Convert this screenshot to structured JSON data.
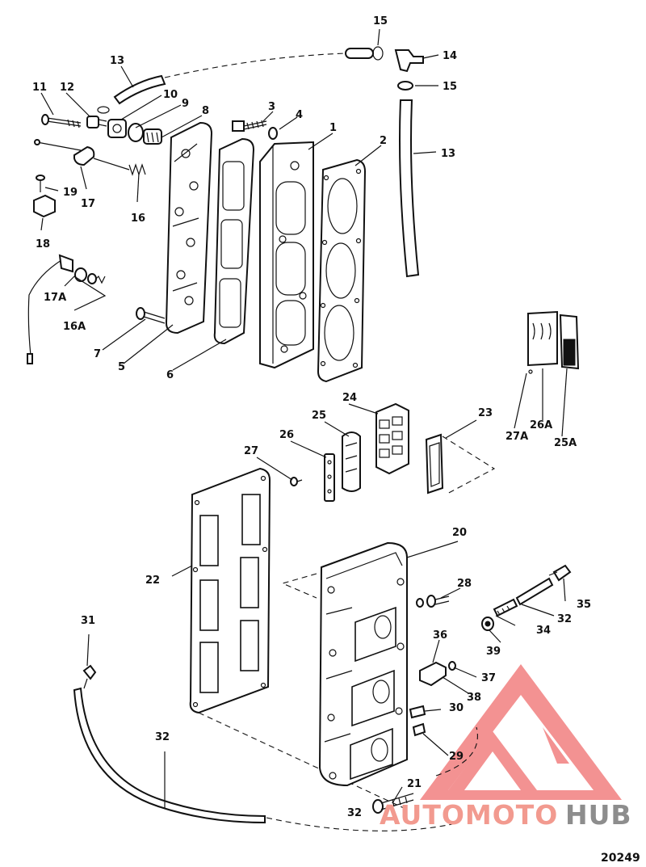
{
  "callouts": [
    "1",
    "2",
    "3",
    "4",
    "5",
    "6",
    "7",
    "8",
    "9",
    "10",
    "11",
    "12",
    "13",
    "13",
    "14",
    "15",
    "15",
    "16",
    "16A",
    "17",
    "17A",
    "18",
    "19",
    "20",
    "21",
    "22",
    "23",
    "24",
    "25",
    "25A",
    "26",
    "26A",
    "27",
    "27A",
    "28",
    "29",
    "30",
    "31",
    "32",
    "32",
    "32",
    "34",
    "35",
    "36",
    "37",
    "38",
    "39"
  ],
  "figure_number": "20249",
  "watermark": {
    "prefix": "AUTOMOTO",
    "suffix": "HUB",
    "prefix_color": "#f29a8f",
    "suffix_color": "#8d8d8d",
    "logo_color": "#f06e6e"
  }
}
